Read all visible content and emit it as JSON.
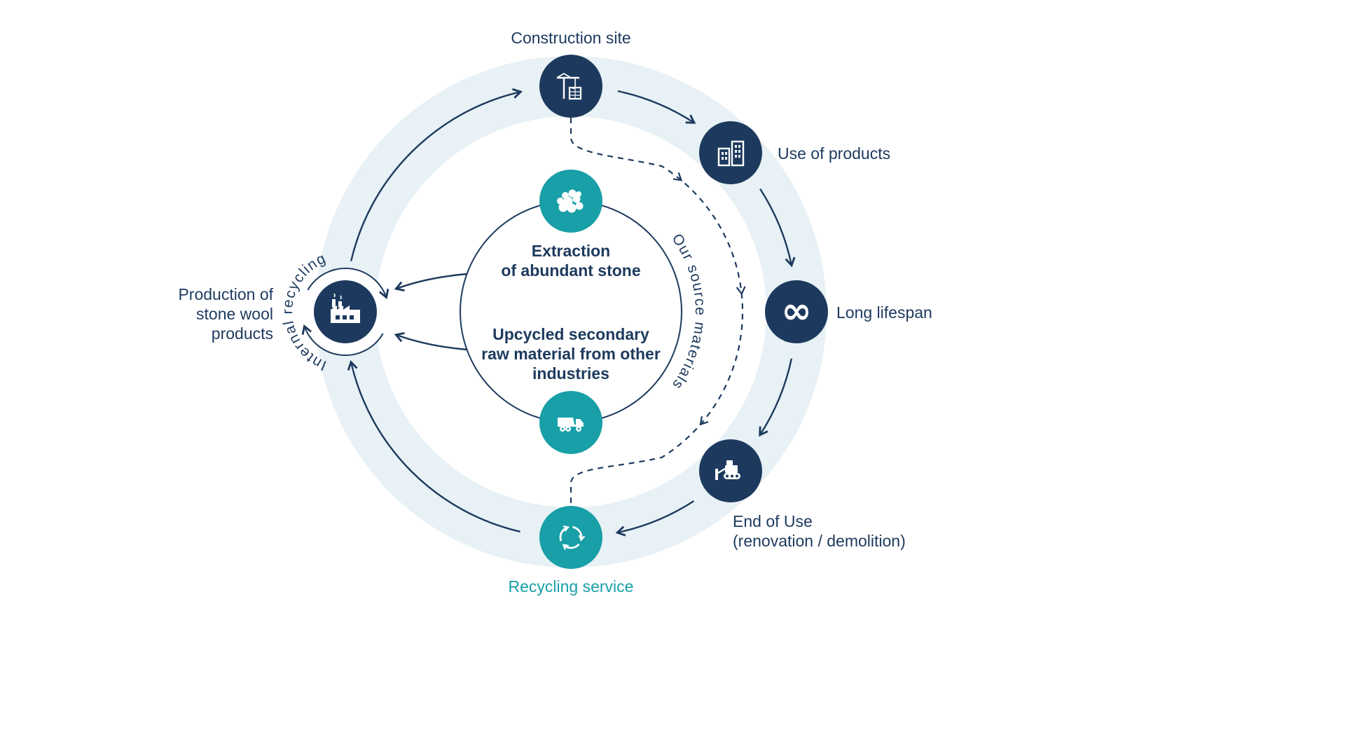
{
  "colors": {
    "navy": "#1D3A5E",
    "teal": "#189FA7",
    "ring": "#E8F1F5",
    "background": "#FFFFFF"
  },
  "nodes": {
    "construction": {
      "label": "Construction site",
      "icon": "crane-icon"
    },
    "use_of_products": {
      "label": "Use of products",
      "icon": "buildings-icon"
    },
    "long_lifespan": {
      "label": "Long lifespan",
      "icon": "infinity-icon"
    },
    "end_of_use": {
      "line1": "End of Use",
      "line2": "(renovation / demolition)",
      "icon": "bulldozer-icon"
    },
    "recycling_service": {
      "label": "Recycling service",
      "icon": "recycle-arrows-icon"
    },
    "production": {
      "line1": "Production of",
      "line2": "stone wool",
      "line3": "products",
      "icon": "factory-icon"
    }
  },
  "center": {
    "extraction": {
      "line1": "Extraction",
      "line2": "of abundant stone",
      "icon": "stones-icon"
    },
    "upcycled": {
      "line1": "Upcycled secondary",
      "line2": "raw material from other",
      "line3": "industries",
      "icon": "truck-icon"
    },
    "source_materials_label": "Our source materials"
  },
  "internal_recycling_label": "Internal recycling",
  "glyphs": {
    "infinity": "∞"
  }
}
